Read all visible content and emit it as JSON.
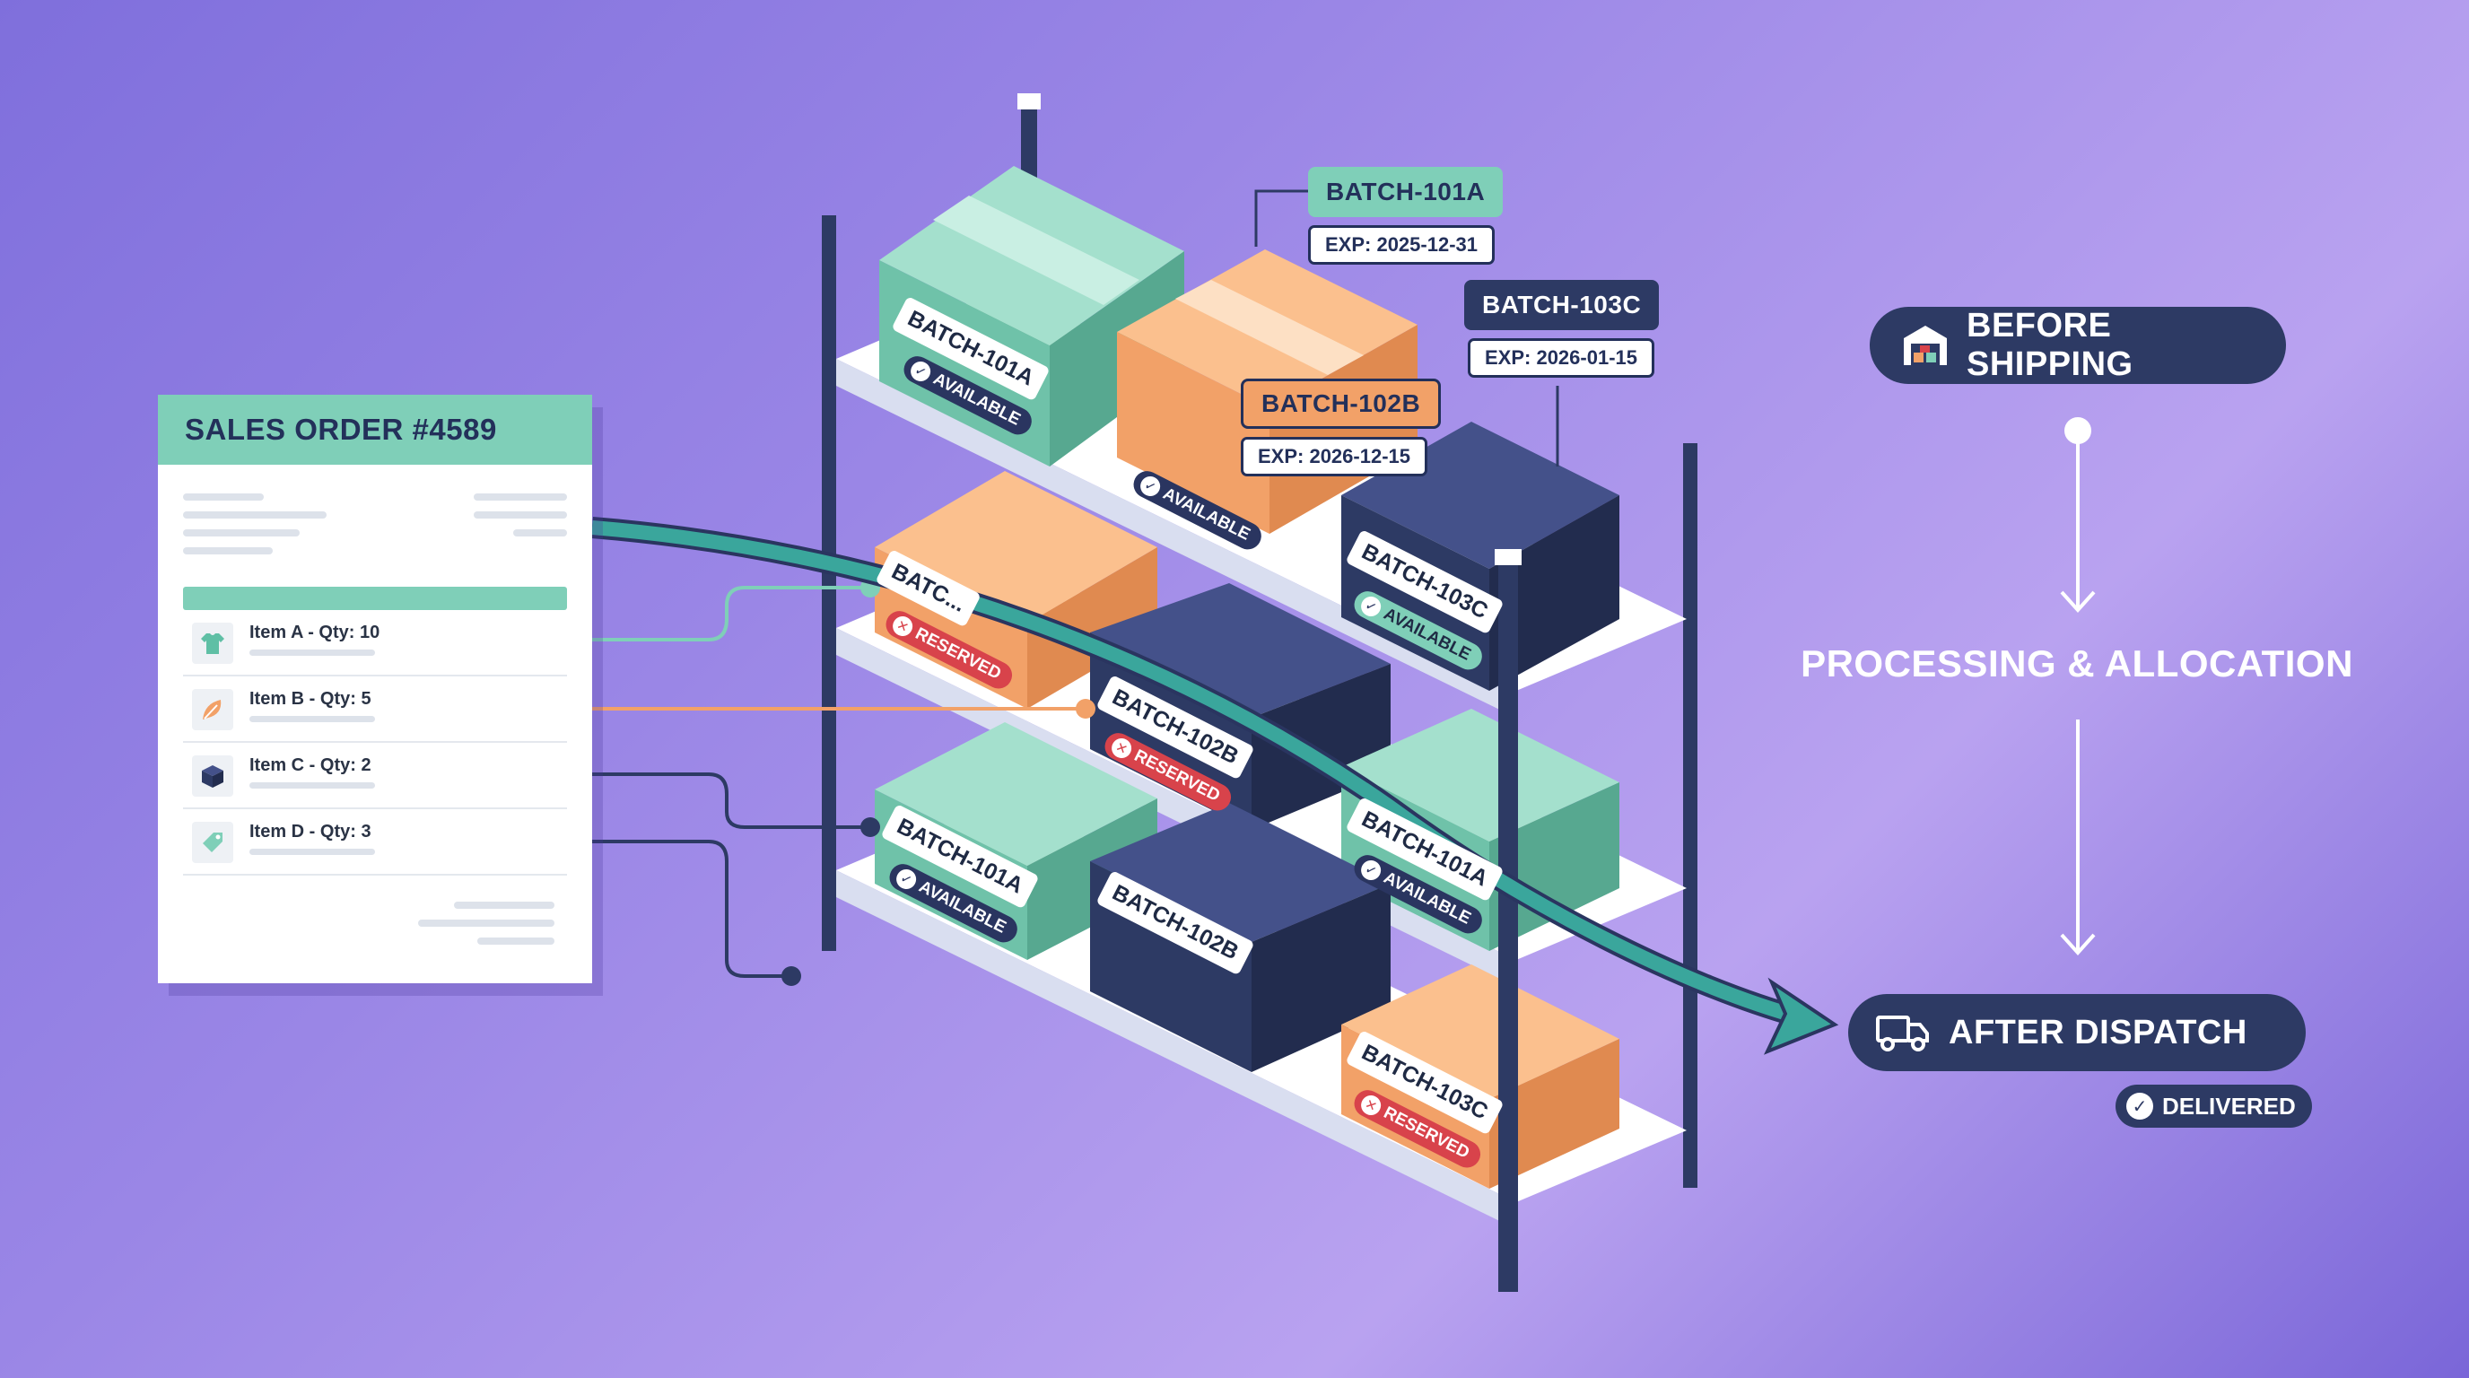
{
  "order": {
    "title": "SALES ORDER #4589",
    "items": [
      {
        "label": "Item A - Qty: 10",
        "icon": "tshirt-icon"
      },
      {
        "label": "Item B - Qty: 5",
        "icon": "leaf-icon"
      },
      {
        "label": "Item C - Qty: 2",
        "icon": "box-icon"
      },
      {
        "label": "Item D - Qty: 3",
        "icon": "tag-icon"
      }
    ]
  },
  "callouts": {
    "b101a": {
      "batch": "BATCH-101A",
      "exp": "EXP: 2025-12-31"
    },
    "b102b": {
      "batch": "BATCH-102B",
      "exp": "EXP: 2026-12-15"
    },
    "b103c": {
      "batch": "BATCH-103C",
      "exp": "EXP: 2026-01-15"
    }
  },
  "boxes": {
    "top_green": {
      "label": "BATCH-101A",
      "status": "AVAILABLE"
    },
    "top_orange": {
      "label": "",
      "status": "AVAILABLE"
    },
    "top_navy": {
      "label": "BATCH-103C",
      "status": "AVAILABLE"
    },
    "mid_orange": {
      "label": "BATC...",
      "status": "RESERVED"
    },
    "mid_navy": {
      "label": "BATCH-102B",
      "status": "RESERVED"
    },
    "mid_green": {
      "label": "BATCH-101A",
      "status": "AVAILABLE"
    },
    "bot_green": {
      "label": "BATCH-101A",
      "status": "AVAILABLE"
    },
    "bot_navy": {
      "label": "BATCH-102B",
      "status": ""
    },
    "bot_orange": {
      "label": "BATCH-103C",
      "status": "RESERVED"
    }
  },
  "flow": {
    "before": "BEFORE SHIPPING",
    "middle": "PROCESSING & ALLOCATION",
    "after": "AFTER DISPATCH",
    "delivered": "DELIVERED"
  },
  "colors": {
    "green": "#7fcfb8",
    "orange": "#f2a168",
    "navy": "#2d3a64",
    "red": "#d8434b",
    "teal_arrow": "#3aa69c"
  }
}
